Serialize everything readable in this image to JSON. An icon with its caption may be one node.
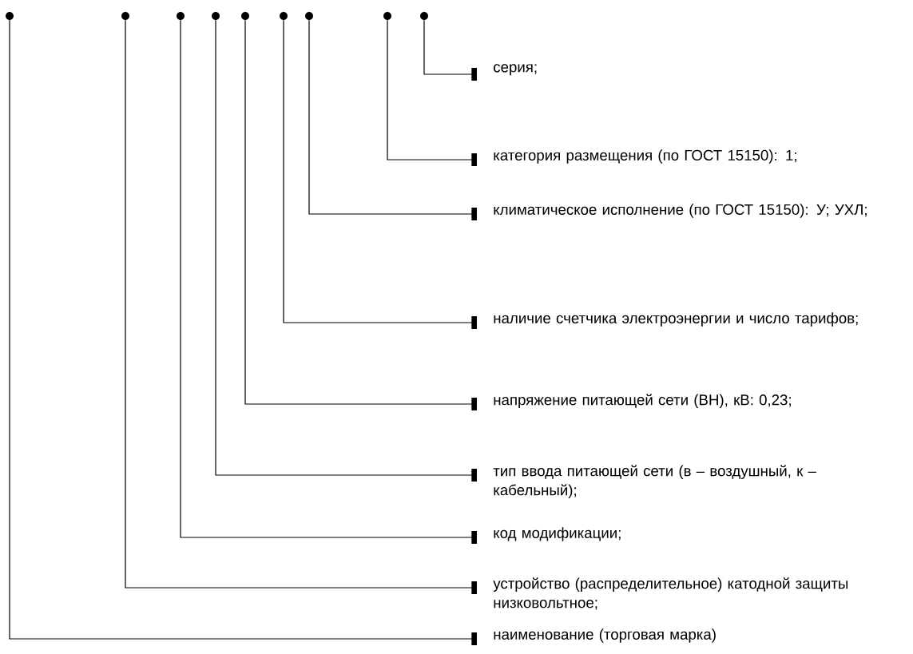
{
  "diagram": {
    "nodes": [
      {
        "text": [],
        "shape": "circle"
      },
      {
        "text": [],
        "shape": "circle"
      },
      {
        "text": [],
        "shape": "circle"
      },
      {
        "text": [],
        "shape": "circle"
      },
      {
        "text": [],
        "shape": "circle"
      },
      {
        "text": [],
        "shape": "circle"
      },
      {
        "text": [],
        "shape": "circle"
      },
      {
        "text": [],
        "shape": "circle"
      },
      {
        "text": [],
        "shape": "circle"
      },
      {
        "text": [
          "серия;"
        ]
      },
      {
        "text": [
          "категория размещения (по ГОСТ 15150): 1;"
        ]
      },
      {
        "text": [
          "климатическое исполнение (по ГОСТ 15150): У; УХЛ;"
        ]
      },
      {
        "text": [
          "наличие счетчика электроэнергии и число тарифов;"
        ]
      },
      {
        "text": [
          "напряжение питающей сети (ВН), кВ: 0,23;"
        ]
      },
      {
        "text": [
          "тип ввода питающей сети (в – воздушный, к – кабельный);"
        ]
      },
      {
        "text": [
          "код модификации;"
        ]
      },
      {
        "text": [
          "устройство (распределительное) катодной защиты низковольтное;"
        ]
      },
      {
        "text": [
          "наименование (торговая марка)"
        ]
      }
    ],
    "edges": [
      {
        "from": 8,
        "to": 9,
        "arrow": "other"
      },
      {
        "from": 7,
        "to": 10,
        "arrow": "other"
      },
      {
        "from": 6,
        "to": 11,
        "arrow": "other"
      },
      {
        "from": 5,
        "to": 12,
        "arrow": "other"
      },
      {
        "from": 4,
        "to": 13,
        "arrow": "other"
      },
      {
        "from": 3,
        "to": 14,
        "arrow": "other"
      },
      {
        "from": 2,
        "to": 15,
        "arrow": "other"
      },
      {
        "from": 1,
        "to": 16,
        "arrow": "other"
      },
      {
        "from": 0,
        "to": 17,
        "arrow": "other"
      }
    ]
  }
}
